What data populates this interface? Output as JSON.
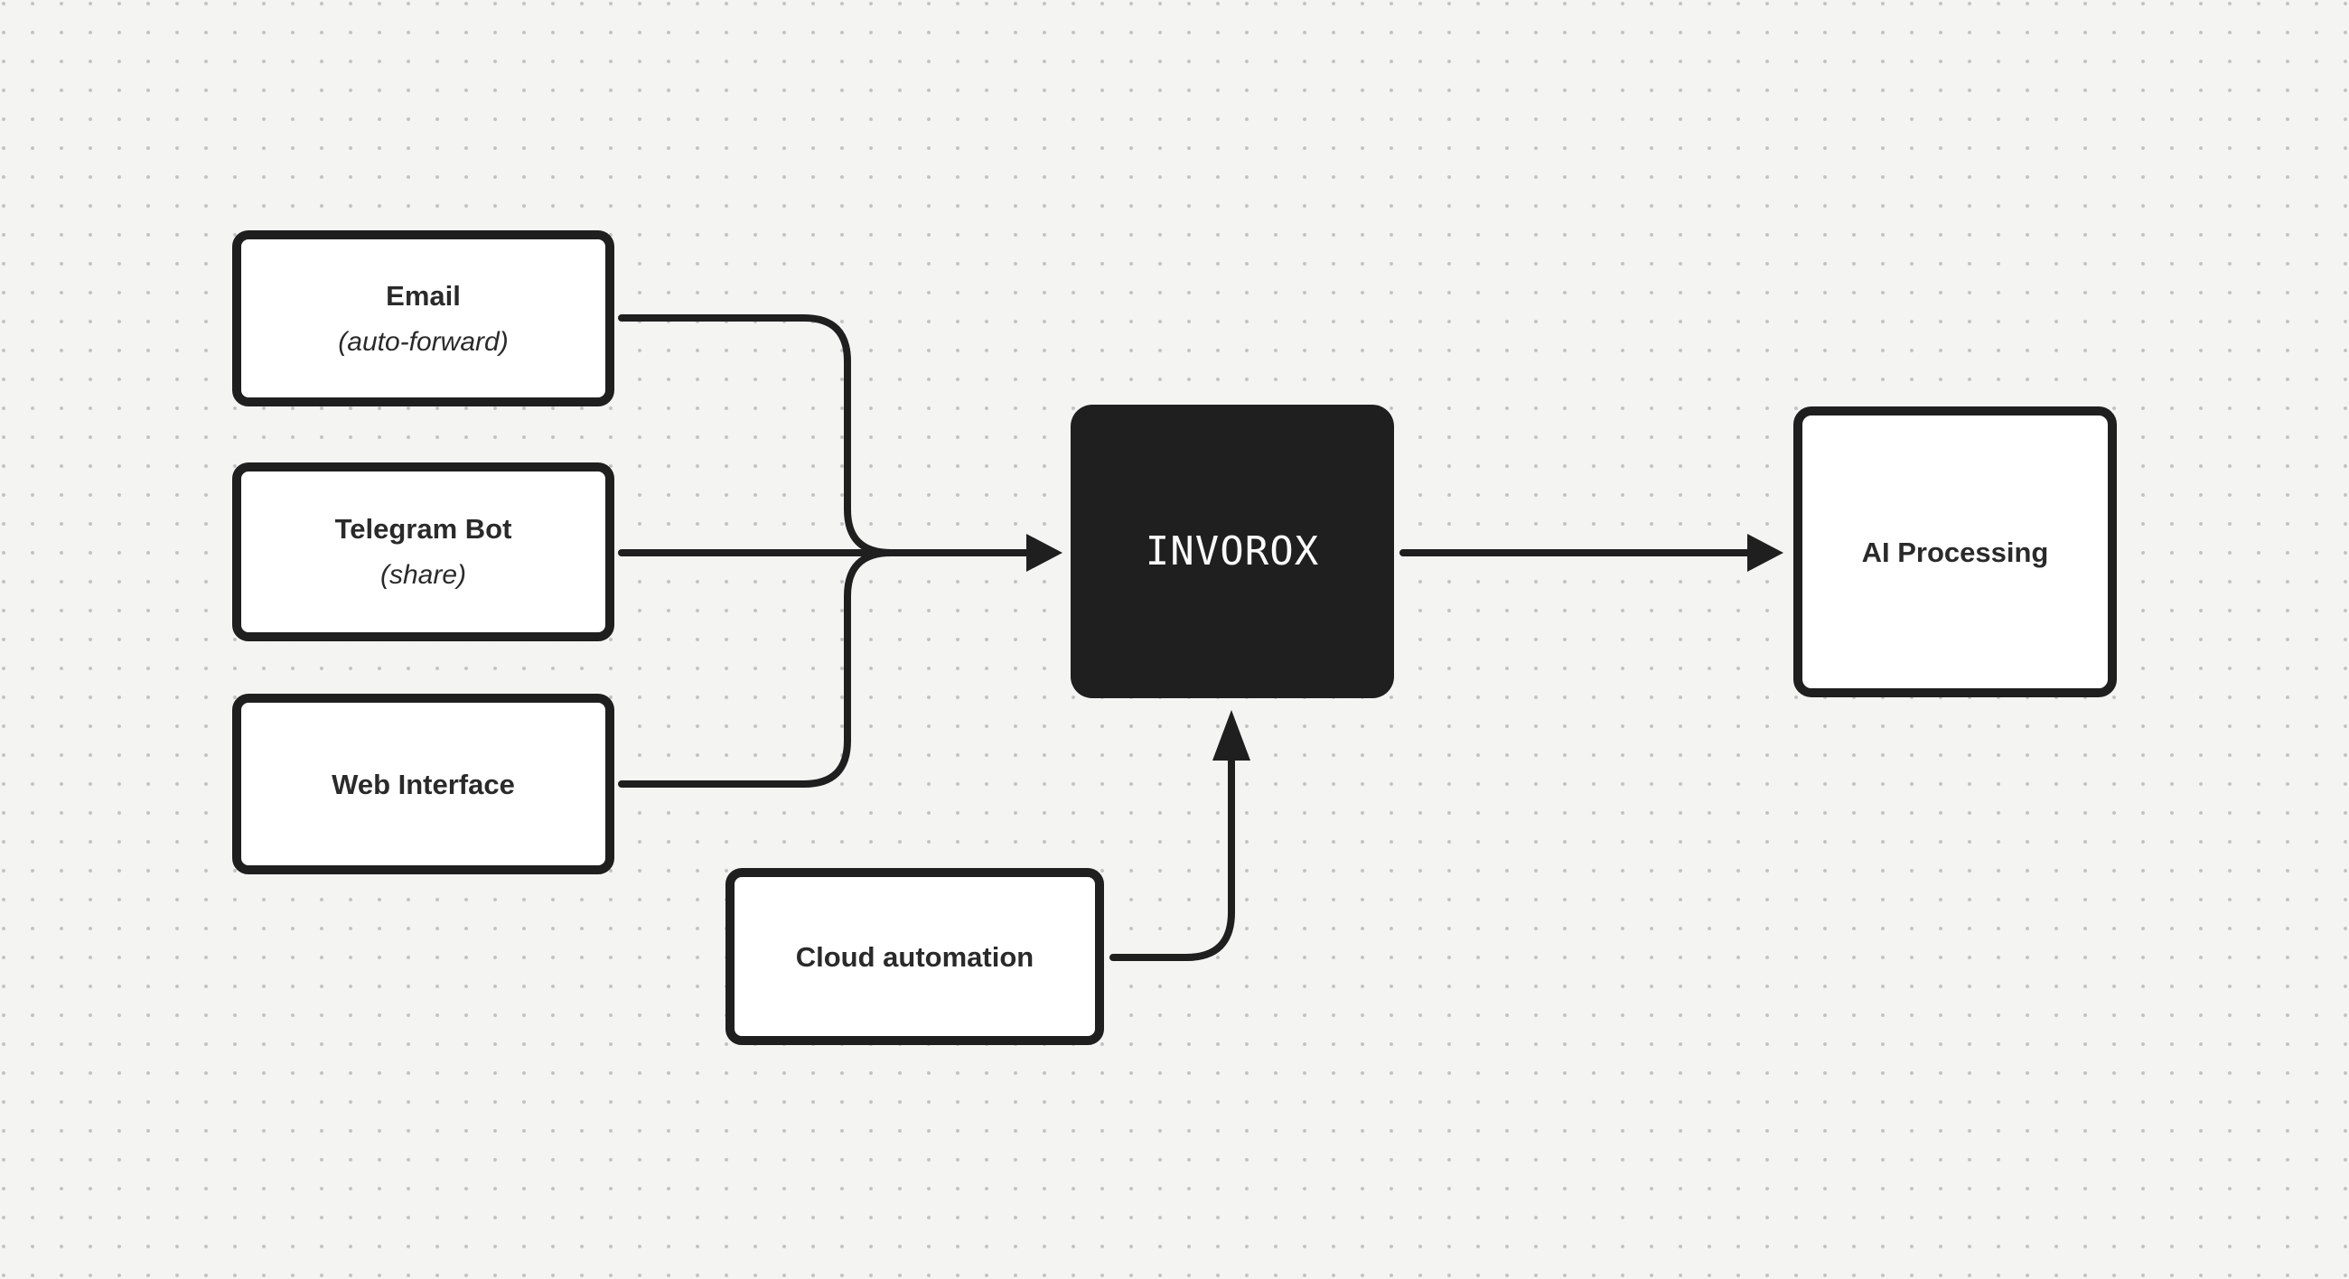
{
  "canvas": {
    "background_color": "#f4f4f3",
    "grid_dot_color": "#c2c2c2",
    "ink_color": "#1f1f1f",
    "node_fill_color": "#ffffff",
    "dark_node_fill_color": "#1f1f1f",
    "dark_node_text_color": "#fafafa",
    "label_text_color": "#2a2a2a"
  },
  "diagram": {
    "nodes": [
      {
        "id": "email",
        "label": "Email",
        "sublabel": "(auto-forward)"
      },
      {
        "id": "telegram-bot",
        "label": "Telegram Bot",
        "sublabel": "(share)"
      },
      {
        "id": "web-interface",
        "label": "Web Interface"
      },
      {
        "id": "cloud-automation",
        "label": "Cloud automation"
      },
      {
        "id": "invorox",
        "label": "INVOROX"
      },
      {
        "id": "ai-processing",
        "label": "AI Processing"
      }
    ],
    "edges": [
      {
        "from": "email",
        "to": "invorox"
      },
      {
        "from": "telegram-bot",
        "to": "invorox"
      },
      {
        "from": "web-interface",
        "to": "invorox"
      },
      {
        "from": "cloud-automation",
        "to": "invorox"
      },
      {
        "from": "invorox",
        "to": "ai-processing"
      }
    ]
  }
}
